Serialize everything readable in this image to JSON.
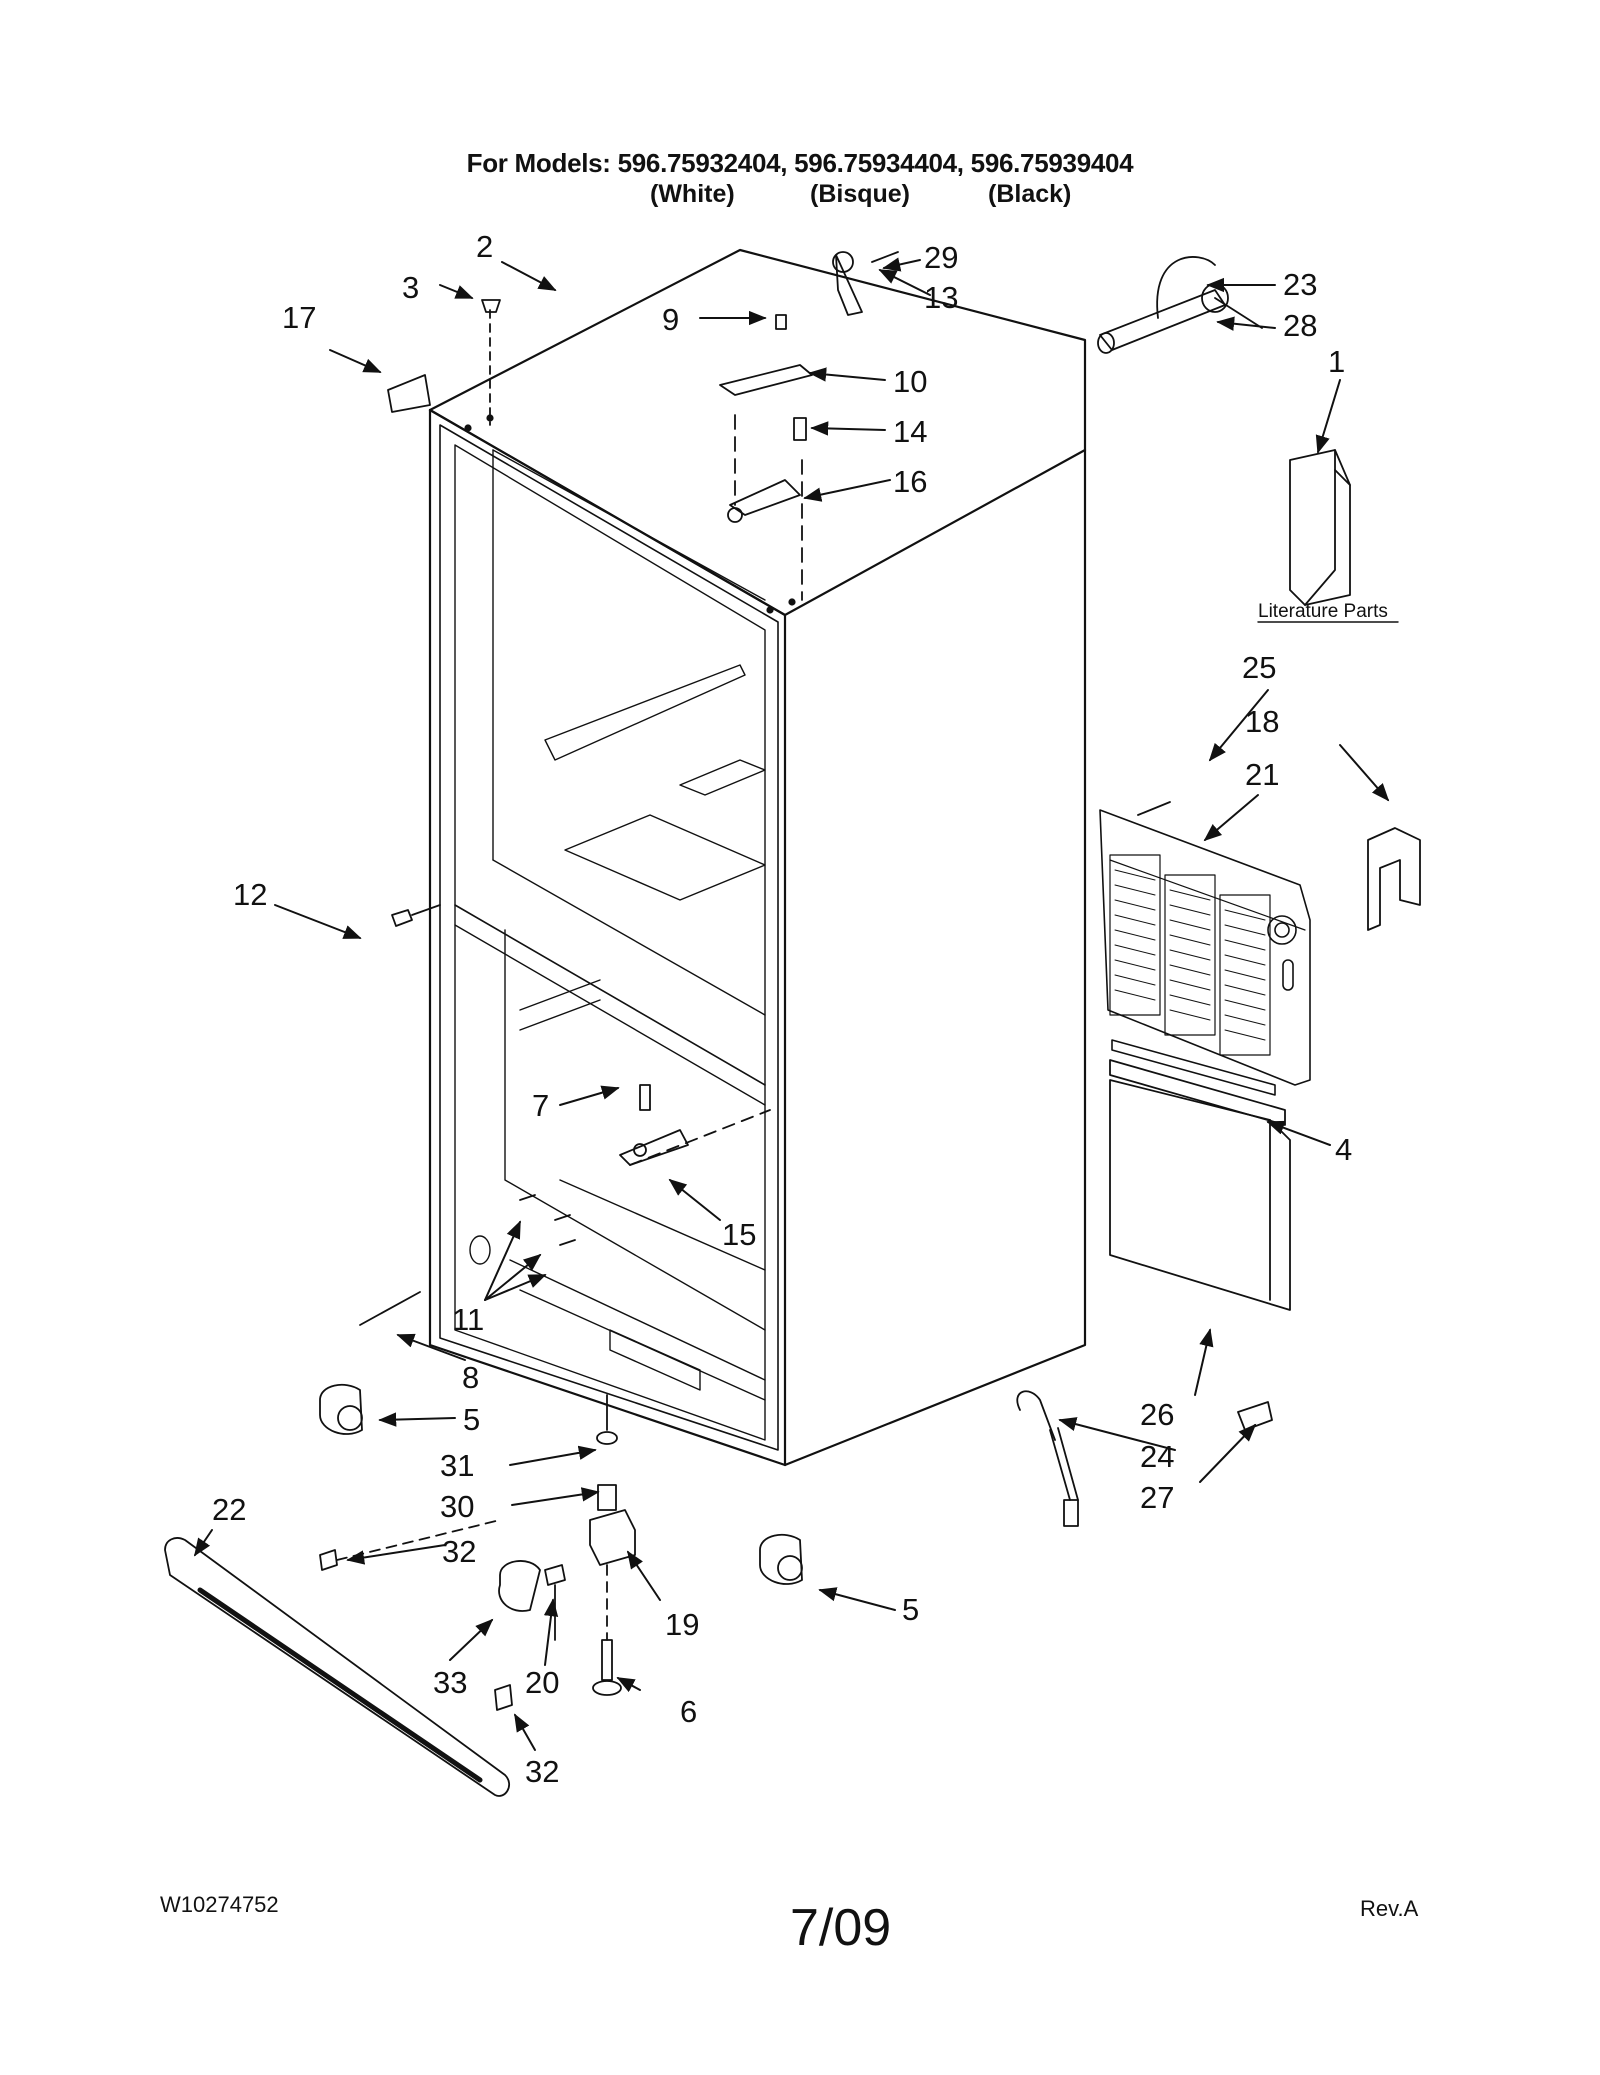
{
  "header": {
    "models_line": "For Models: 596.75932404, 596.75934404, 596.75939404",
    "color_white": "(White)",
    "color_bisque": "(Bisque)",
    "color_black": "(Black)"
  },
  "literature_label": "Literature Parts",
  "callouts": {
    "c1": "1",
    "c2": "2",
    "c3": "3",
    "c4": "4",
    "c5a": "5",
    "c5b": "5",
    "c6": "6",
    "c7": "7",
    "c8": "8",
    "c9": "9",
    "c10": "10",
    "c11": "11",
    "c12": "12",
    "c13": "13",
    "c14": "14",
    "c15": "15",
    "c16": "16",
    "c17": "17",
    "c18": "18",
    "c19": "19",
    "c20": "20",
    "c21": "21",
    "c22": "22",
    "c23": "23",
    "c24": "24",
    "c25": "25",
    "c26": "26",
    "c27": "27",
    "c28": "28",
    "c29": "29",
    "c30": "30",
    "c31": "31",
    "c32a": "32",
    "c32b": "32",
    "c33": "33"
  },
  "footer": {
    "doc_number": "W10274752",
    "date": "7/09",
    "revision": "Rev.A"
  }
}
